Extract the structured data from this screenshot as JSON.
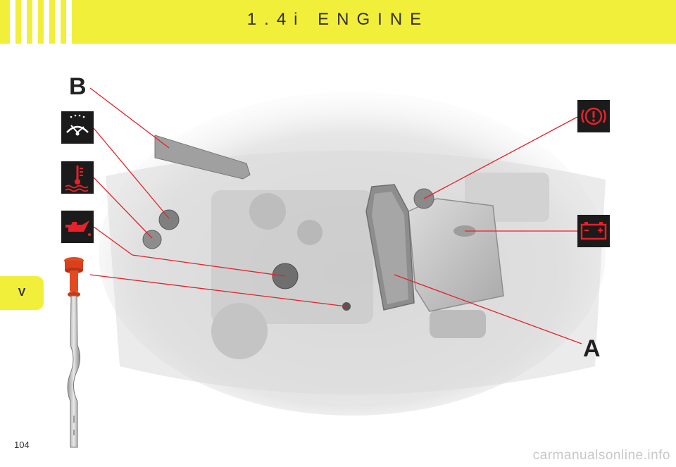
{
  "header": {
    "title": "1.4i ENGINE",
    "accent": "#f2ef3a"
  },
  "side_tab": {
    "label": "V"
  },
  "page_number": "104",
  "footer": {
    "text": "carmanualsonline.info"
  },
  "callouts": {
    "a": "A",
    "b": "B"
  },
  "icons": {
    "washer": "windscreen-washer-icon",
    "coolant": "coolant-temperature-icon",
    "oil": "oil-can-icon",
    "brake": "brake-warning-icon",
    "battery": "battery-icon"
  },
  "colors": {
    "leader": "#e8202a",
    "icon_bg": "#1b1b1b",
    "icon_fg": "#e8202a"
  }
}
